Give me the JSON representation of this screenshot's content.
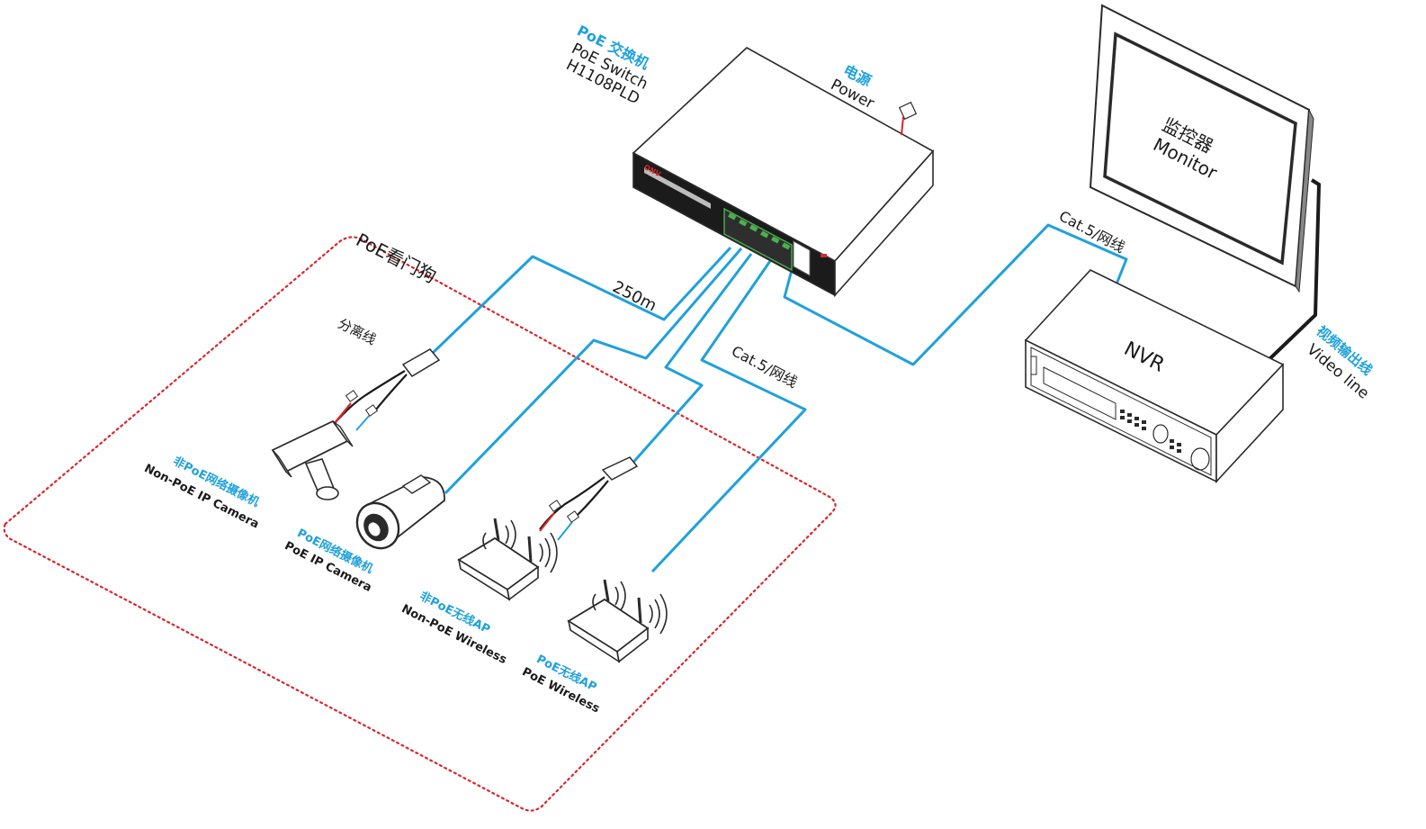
{
  "colors": {
    "cable": "#1fa1db",
    "outline": "#2a2a2a",
    "zone": "#d9262b",
    "power_wire": "#d9262b",
    "port_green": "#4caf50"
  },
  "switch": {
    "label_cn": "PoE 交换机",
    "label_en": "PoE Switch",
    "model": "H1108PLD",
    "brand": "ONV"
  },
  "power": {
    "label_cn": "电源",
    "label_en": "Power"
  },
  "monitor": {
    "label_cn": "监控器",
    "label_en": "Monitor"
  },
  "nvr": {
    "label": "NVR"
  },
  "video_line": {
    "label_cn": "视频输出线",
    "label_en": "Video line"
  },
  "cables": {
    "nvr_link": "Cat.5/网线",
    "distance": "250m",
    "ap_link": "Cat.5/网线"
  },
  "zone": {
    "title": "PoE看门狗"
  },
  "splitter": {
    "label": "分离线"
  },
  "devices": {
    "non_poe_camera": {
      "label_cn": "非PoE网络摄像机",
      "label_en": "Non-PoE IP Camera",
      "icon": "bullet-camera-icon"
    },
    "poe_camera": {
      "label_cn": "PoE网络摄像机",
      "label_en": "PoE IP Camera",
      "icon": "dome-camera-icon"
    },
    "non_poe_ap": {
      "label_cn": "非PoE无线AP",
      "label_en": "Non-PoE Wireless",
      "icon": "router-icon"
    },
    "poe_ap": {
      "label_cn": "PoE无线AP",
      "label_en": "PoE Wireless",
      "icon": "router-icon"
    }
  }
}
